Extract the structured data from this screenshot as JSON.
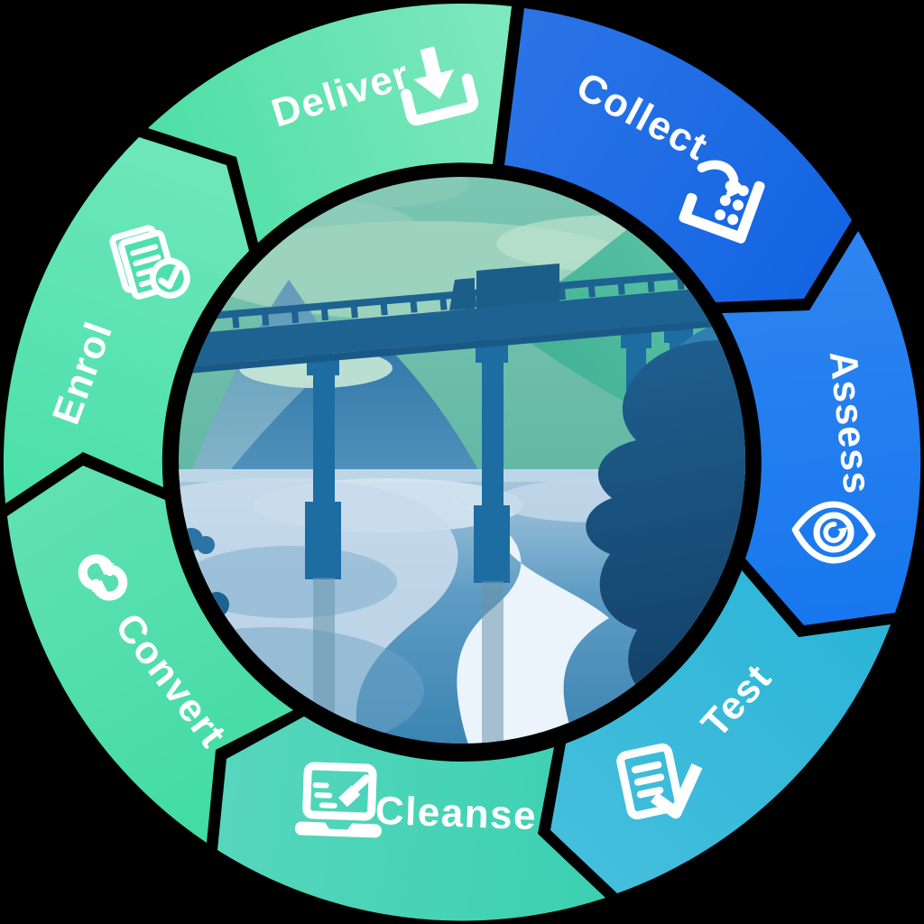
{
  "diagram": {
    "background_color": "#000000",
    "steps": [
      {
        "label": "Deliver",
        "icon": "download-tray-icon",
        "color": "#4EDFA6"
      },
      {
        "label": "Collect",
        "icon": "collect-items-tray-icon",
        "color": "#1465E3"
      },
      {
        "label": "Assess",
        "icon": "eye-scan-icon",
        "color": "#1877EE"
      },
      {
        "label": "Test",
        "icon": "document-check-icon",
        "color": "#2BB5D8"
      },
      {
        "label": "Cleanse",
        "icon": "laptop-brush-icon",
        "color": "#3BD0B1"
      },
      {
        "label": "Convert",
        "icon": "sync-loop-icon",
        "color": "#42DBA5"
      },
      {
        "label": "Enrol",
        "icon": "documents-approved-icon",
        "color": "#4AE0AA"
      }
    ],
    "center_scene": {
      "subject": "flat illustration of a railway viaduct with a train crossing a river between mountains and cliffs",
      "elements": [
        "sky",
        "clouds",
        "green-hill",
        "mountains",
        "bridge-deck",
        "railing",
        "train",
        "bridge-piers",
        "river",
        "water-swirls",
        "dark-cliff",
        "bushes"
      ]
    }
  }
}
